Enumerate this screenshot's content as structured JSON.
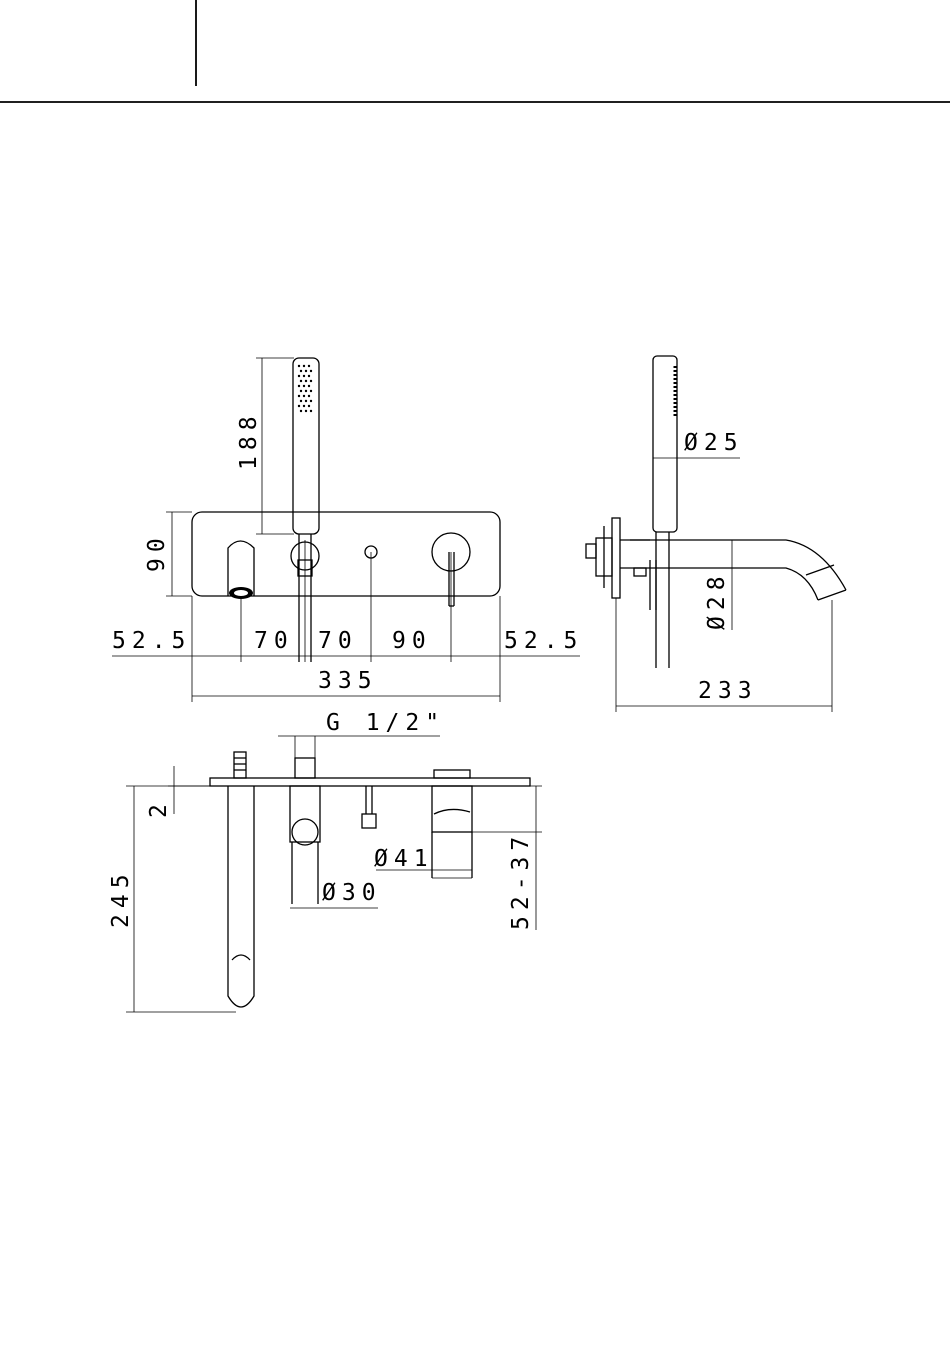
{
  "header": {
    "title": ""
  },
  "front_view": {
    "handshower_length": "188",
    "plate_height": "90",
    "left_offset": "52.5",
    "spacing_1": "70",
    "spacing_2": "70",
    "spacing_3": "90",
    "right_offset": "52.5",
    "total_width": "335"
  },
  "side_view": {
    "handshower_diameter": "Ø25",
    "spout_diameter": "Ø28",
    "projection": "233"
  },
  "top_view": {
    "connection": "G 1/2\"",
    "plate_thickness": "2",
    "spout_length": "245",
    "handle_diameter": "Ø41",
    "holder_diameter": "Ø30",
    "adjustment_range": "52-37"
  }
}
